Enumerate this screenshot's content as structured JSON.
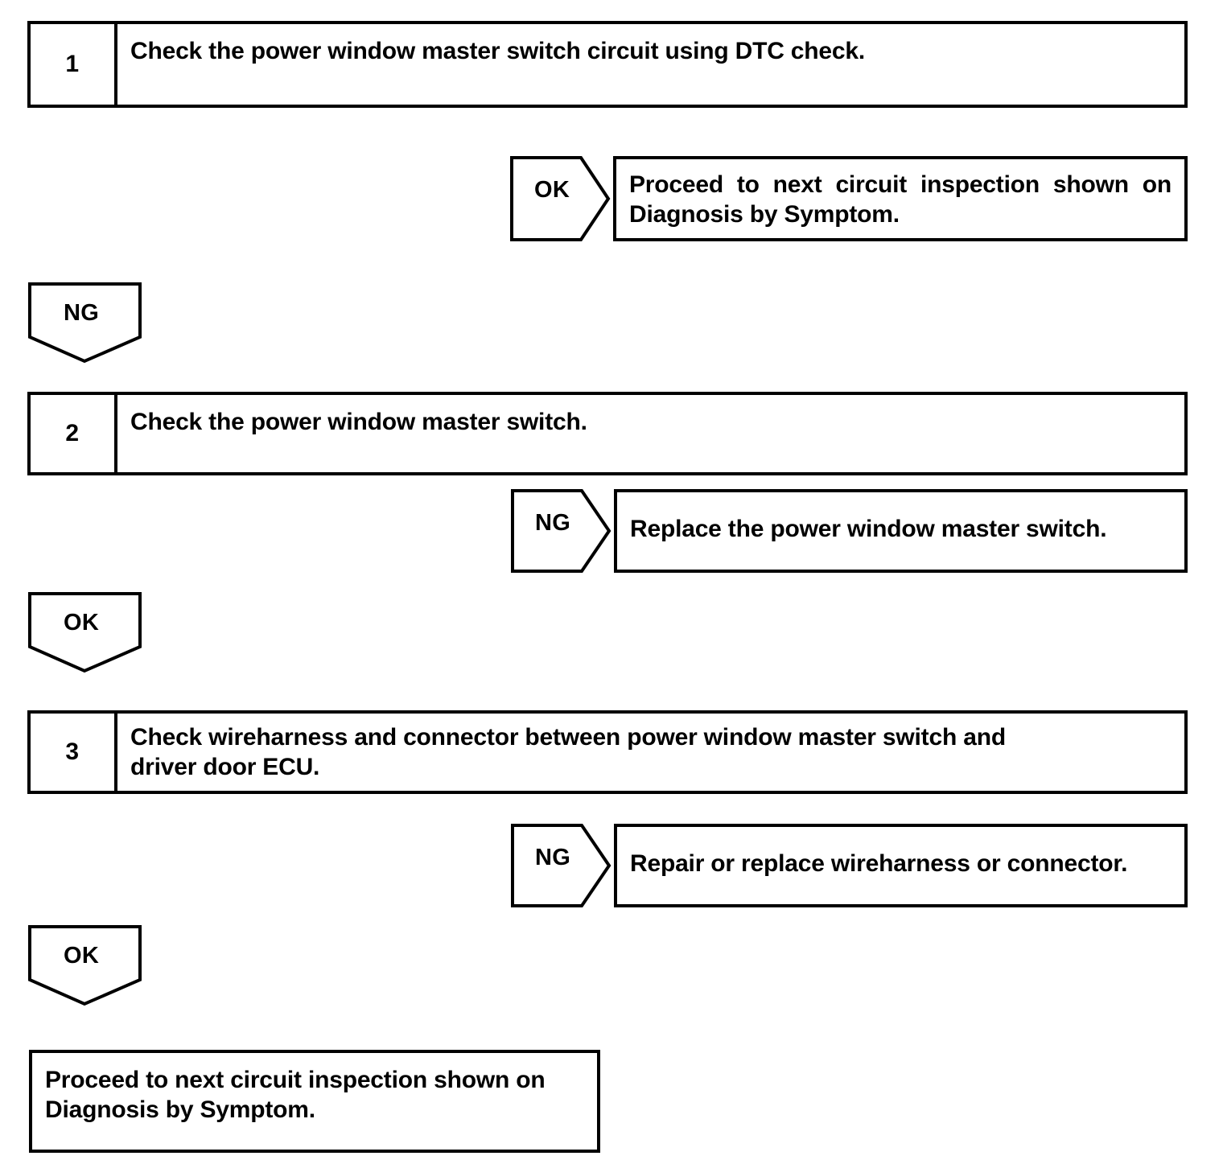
{
  "diagram": {
    "type": "troubleshooting-flowchart",
    "line_color": "#000000",
    "background_color": "#ffffff",
    "steps": [
      {
        "number": "1",
        "text": "Check the power window master switch circuit using DTC check."
      },
      {
        "number": "2",
        "text": "Check the power window master switch."
      },
      {
        "number": "3",
        "line1": "Check wireharness and connector between power window master switch and",
        "line2": "driver door ECU."
      }
    ],
    "branches": [
      {
        "label": "OK",
        "direction": "right",
        "result_line1": "Proceed to next circuit inspection shown on",
        "result_line2": "Diagnosis by Symptom."
      },
      {
        "label": "NG",
        "direction": "down"
      },
      {
        "label": "NG",
        "direction": "right",
        "result_line1": "Replace the power window master switch."
      },
      {
        "label": "OK",
        "direction": "down"
      },
      {
        "label": "NG",
        "direction": "right",
        "result_line1": "Repair or replace wireharness or connector."
      },
      {
        "label": "OK",
        "direction": "down"
      }
    ],
    "final": {
      "line1": "Proceed to next circuit inspection shown on",
      "line2": "Diagnosis by Symptom."
    }
  }
}
